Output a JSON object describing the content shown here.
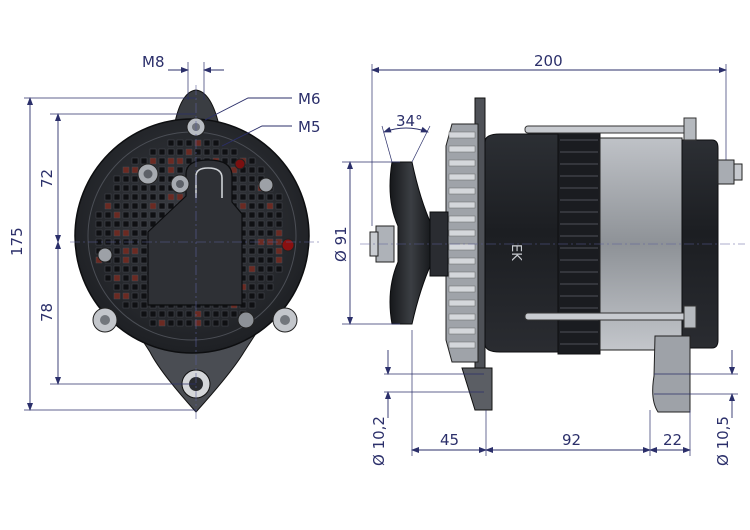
{
  "dimensions": {
    "m8": "M8",
    "m6": "M6",
    "m5": "M5",
    "angle": "34°",
    "overall_length": "200",
    "height_total": "175",
    "height_upper": "72",
    "height_lower": "78",
    "pulley_diameter": "Ø 91",
    "hole_left": "Ø 10,2",
    "hole_right": "Ø 10,5",
    "offset_45": "45",
    "offset_92": "92",
    "offset_22": "22"
  },
  "marking": "EK",
  "colors": {
    "dimension": "#2b2f6a",
    "housing": "#222428",
    "metal": "#b9bcc1"
  }
}
